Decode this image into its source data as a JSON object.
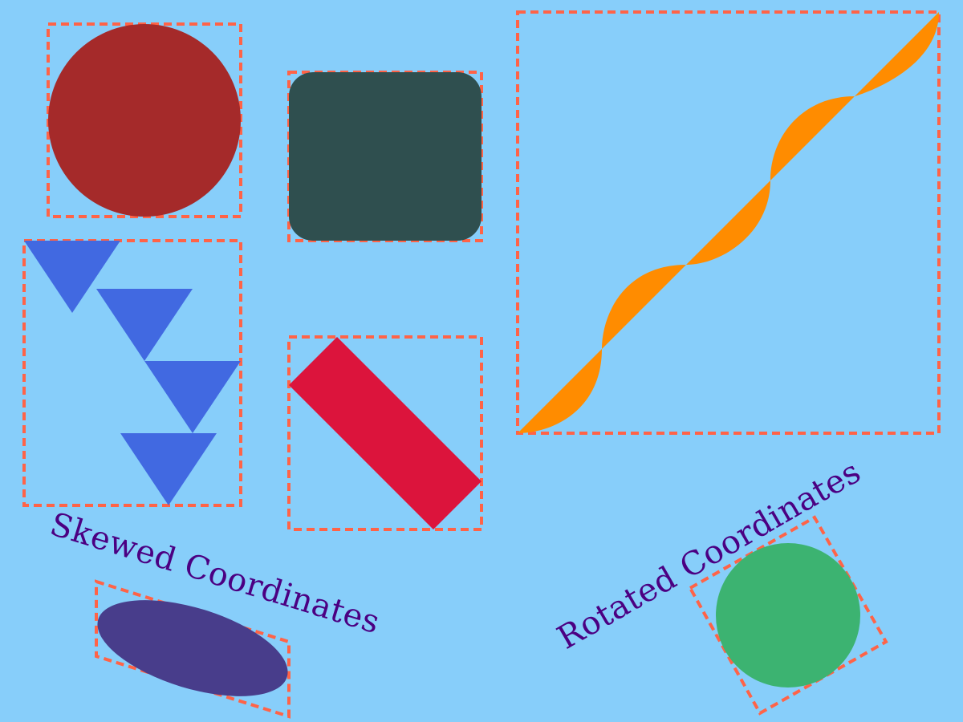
{
  "colors": {
    "background": "#87cefa",
    "frame_stroke": "#ff6347",
    "circle_red": "#a52a2a",
    "rounded_rect": "#2f4f4f",
    "triangles": "#4169e1",
    "rotated_bar": "#dc143c",
    "wave": "#ff8c00",
    "ellipse": "#483d8b",
    "circle_green": "#3cb371",
    "label_text": "#4b0082"
  },
  "labels": {
    "skewed": "Skewed Coordinates",
    "rotated": "Rotated Coordinates"
  },
  "shapes": {
    "top_left": "circle",
    "top_middle": "rounded-rectangle",
    "left_middle": "triangles",
    "center": "rotated-rectangle",
    "right": "wave",
    "bottom_left": "ellipse",
    "bottom_right": "circle"
  },
  "triangle_count": 4
}
